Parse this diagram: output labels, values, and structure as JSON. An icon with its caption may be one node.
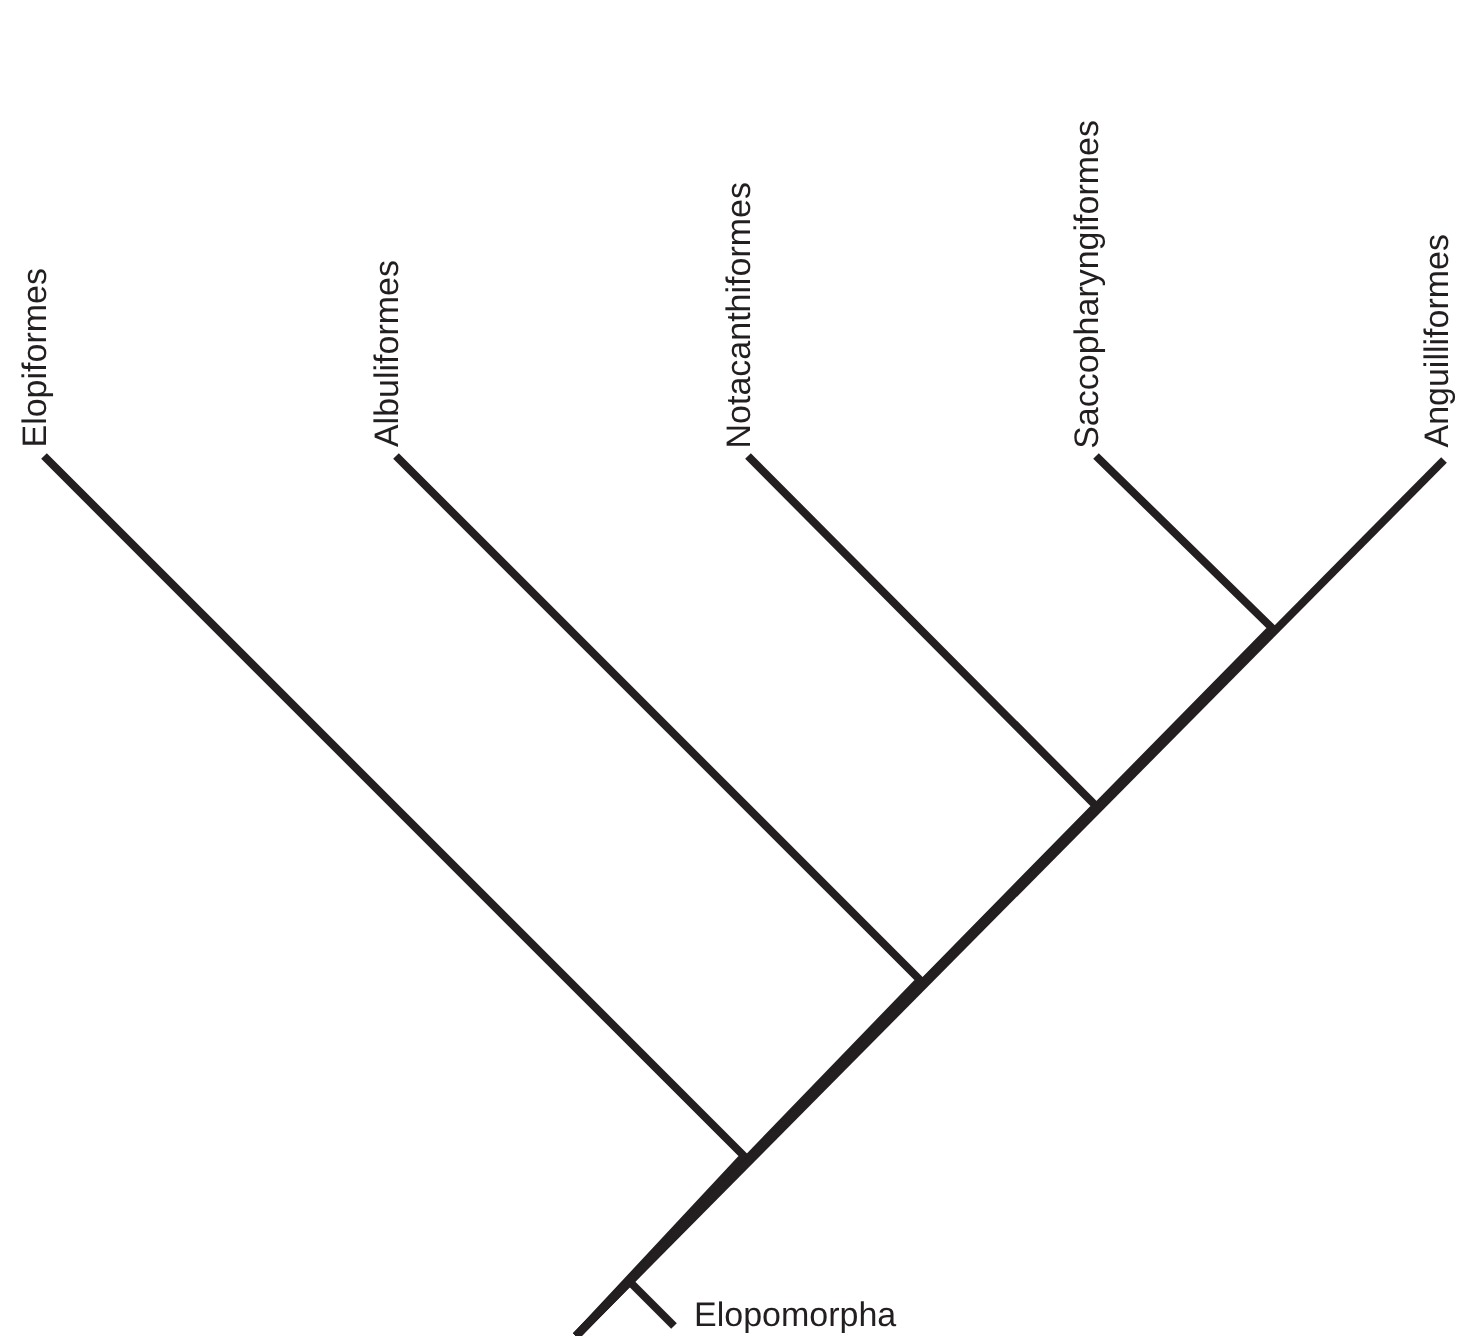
{
  "diagram": {
    "nodes": [
      {
        "text": [
          "Elopiformes"
        ]
      },
      {
        "text": [
          "Albuliformes"
        ]
      },
      {
        "text": [
          "Notacanthiformes"
        ]
      },
      {
        "text": [
          "Saccopharyngiformes"
        ]
      },
      {
        "text": [
          "Anguilliformes"
        ]
      }
    ],
    "edges": [
      {
        "from": null,
        "to": 0,
        "arrow": "none"
      },
      {
        "from": null,
        "to": 1,
        "arrow": "none"
      },
      {
        "from": null,
        "to": 2,
        "arrow": "none"
      },
      {
        "from": null,
        "to": 3,
        "arrow": "none"
      },
      {
        "from": null,
        "to": 4,
        "arrow": "none"
      }
    ],
    "labels": [
      "Elopomorpha"
    ]
  }
}
